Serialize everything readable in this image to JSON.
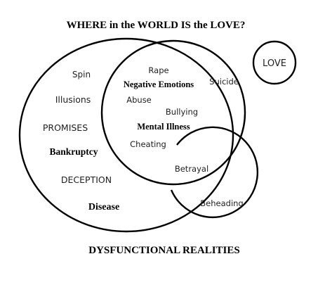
{
  "title": "WHERE in the WORLD IS the LOVE?",
  "caption": "DYSFUNCTIONAL REALITIES",
  "love_label": "LOVE",
  "colors": {
    "ink": "#000000",
    "background": "#ffffff"
  },
  "left_circle_items": {
    "spin": "Spin",
    "illusions": "Illusions",
    "promises": "PROMISES",
    "bankruptcy": "Bankruptcy",
    "deception": "DECEPTION",
    "disease": "Disease"
  },
  "overlap_items": {
    "rape": "Rape",
    "negative_emotions": "Negative Emotions",
    "abuse": "Abuse",
    "bullying": "Bullying",
    "mental_illness": "Mental Illness",
    "cheating": "Cheating"
  },
  "right_circle_items": {
    "suicide": "Suicide",
    "betrayal": "Betrayal"
  },
  "small_circle_items": {
    "beheading": "Beheading"
  }
}
